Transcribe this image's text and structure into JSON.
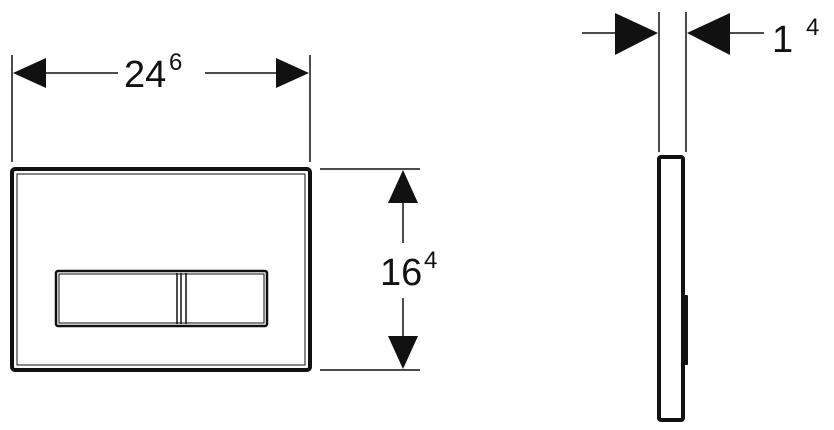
{
  "drawing": {
    "width_dimension": {
      "main": "24",
      "sup": "6"
    },
    "height_dimension": {
      "main": "16",
      "sup": "4"
    },
    "depth_dimension": {
      "main": "1",
      "sup": "4"
    },
    "line_color": "#111111"
  }
}
